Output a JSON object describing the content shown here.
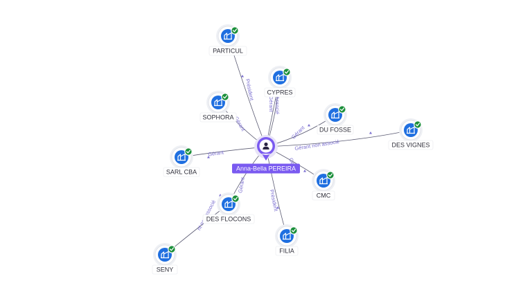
{
  "center": {
    "name": "Anna-Bella PEREIRA",
    "icon": "person-icon",
    "color": "#7a5af0"
  },
  "nodes": [
    {
      "id": "particul",
      "label": "PARTICUL",
      "icon": "building-icon",
      "verified": true
    },
    {
      "id": "cypres",
      "label": "CYPRES",
      "icon": "building-icon",
      "verified": true
    },
    {
      "id": "sophora",
      "label": "SOPHORA",
      "icon": "building-icon",
      "verified": true
    },
    {
      "id": "dufosse",
      "label": "DU FOSSE",
      "icon": "building-icon",
      "verified": true
    },
    {
      "id": "desvignes",
      "label": "DES VIGNES",
      "icon": "building-icon",
      "verified": true
    },
    {
      "id": "sarlcba",
      "label": "SARL CBA",
      "icon": "building-icon",
      "verified": true
    },
    {
      "id": "cmc",
      "label": "CMC",
      "icon": "building-icon",
      "verified": true
    },
    {
      "id": "desflocons",
      "label": "DES FLOCONS",
      "icon": "building-icon",
      "verified": true
    },
    {
      "id": "filia",
      "label": "FILIA",
      "icon": "building-icon",
      "verified": true
    },
    {
      "id": "seny",
      "label": "SENY",
      "icon": "building-icon",
      "verified": true
    }
  ],
  "edges": [
    {
      "from": "center",
      "to": "particul",
      "label": "Président"
    },
    {
      "from": "center",
      "to": "cypres",
      "label": "Gérant"
    },
    {
      "from": "center",
      "to": "cypres",
      "label": "Associé"
    },
    {
      "from": "center",
      "to": "sophora",
      "label": "Gérant"
    },
    {
      "from": "center",
      "to": "dufosse",
      "label": "Gérant"
    },
    {
      "from": "center",
      "to": "desvignes",
      "label": "Gérant non associé"
    },
    {
      "from": "center",
      "to": "sarlcba",
      "label": "Gérant"
    },
    {
      "from": "center",
      "to": "cmc",
      "label": "Gé"
    },
    {
      "from": "center",
      "to": "desflocons",
      "label": "Gérant"
    },
    {
      "from": "center",
      "to": "filia",
      "label": "Président"
    },
    {
      "from": "desflocons",
      "to": "seny",
      "label": "nt non associé"
    }
  ],
  "colors": {
    "entity": "#1f6fe0",
    "verified": "#1b8f3a",
    "edge_label": "#7b6fd0",
    "person": "#7a5af0"
  }
}
